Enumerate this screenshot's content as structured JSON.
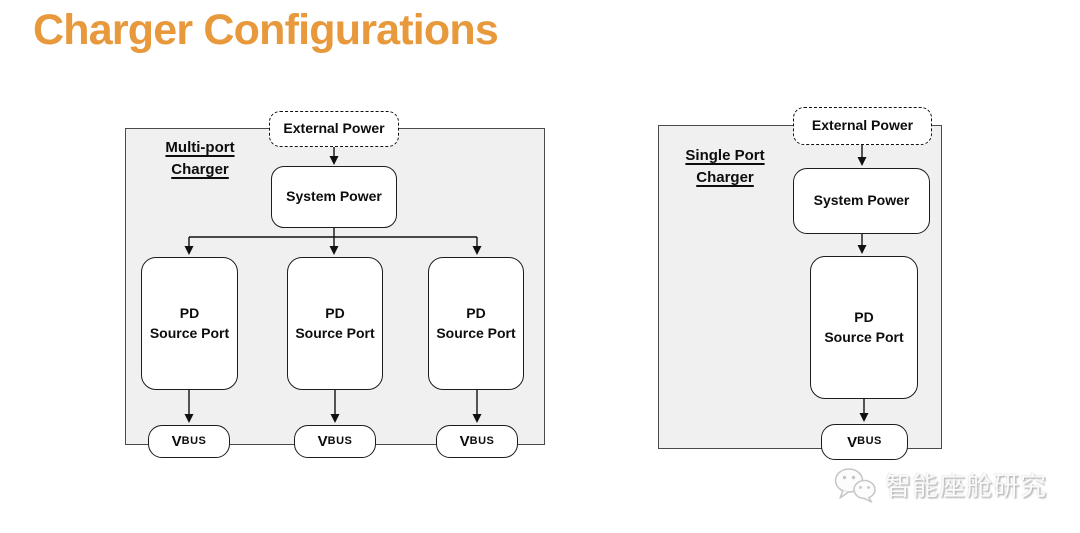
{
  "slide": {
    "title": "Charger Configurations",
    "title_color": "#E7993C"
  },
  "multi_port": {
    "label": "Multi-port\nCharger",
    "external_power_label": "External Power",
    "system_power_label": "System Power",
    "ports": [
      {
        "label": "PD\nSource Port",
        "vbus_v": "V",
        "vbus_rest": "BUS"
      },
      {
        "label": "PD\nSource Port",
        "vbus_v": "V",
        "vbus_rest": "BUS"
      },
      {
        "label": "PD\nSource Port",
        "vbus_v": "V",
        "vbus_rest": "BUS"
      }
    ]
  },
  "single_port": {
    "label": "Single Port\nCharger",
    "external_power_label": "External Power",
    "system_power_label": "System Power",
    "port": {
      "label": "PD\nSource Port",
      "vbus_v": "V",
      "vbus_rest": "BUS"
    }
  },
  "watermark": {
    "icon": "wechat-icon",
    "text": "智能座舱研究"
  },
  "colors": {
    "title": "#E7993C",
    "container_fill": "#F0F0F0",
    "container_border": "#4A4A4A",
    "node_fill": "#FFFFFF",
    "node_border": "#1C1C1C",
    "connector": "#111111",
    "watermark_text": "#FBFBFB"
  }
}
